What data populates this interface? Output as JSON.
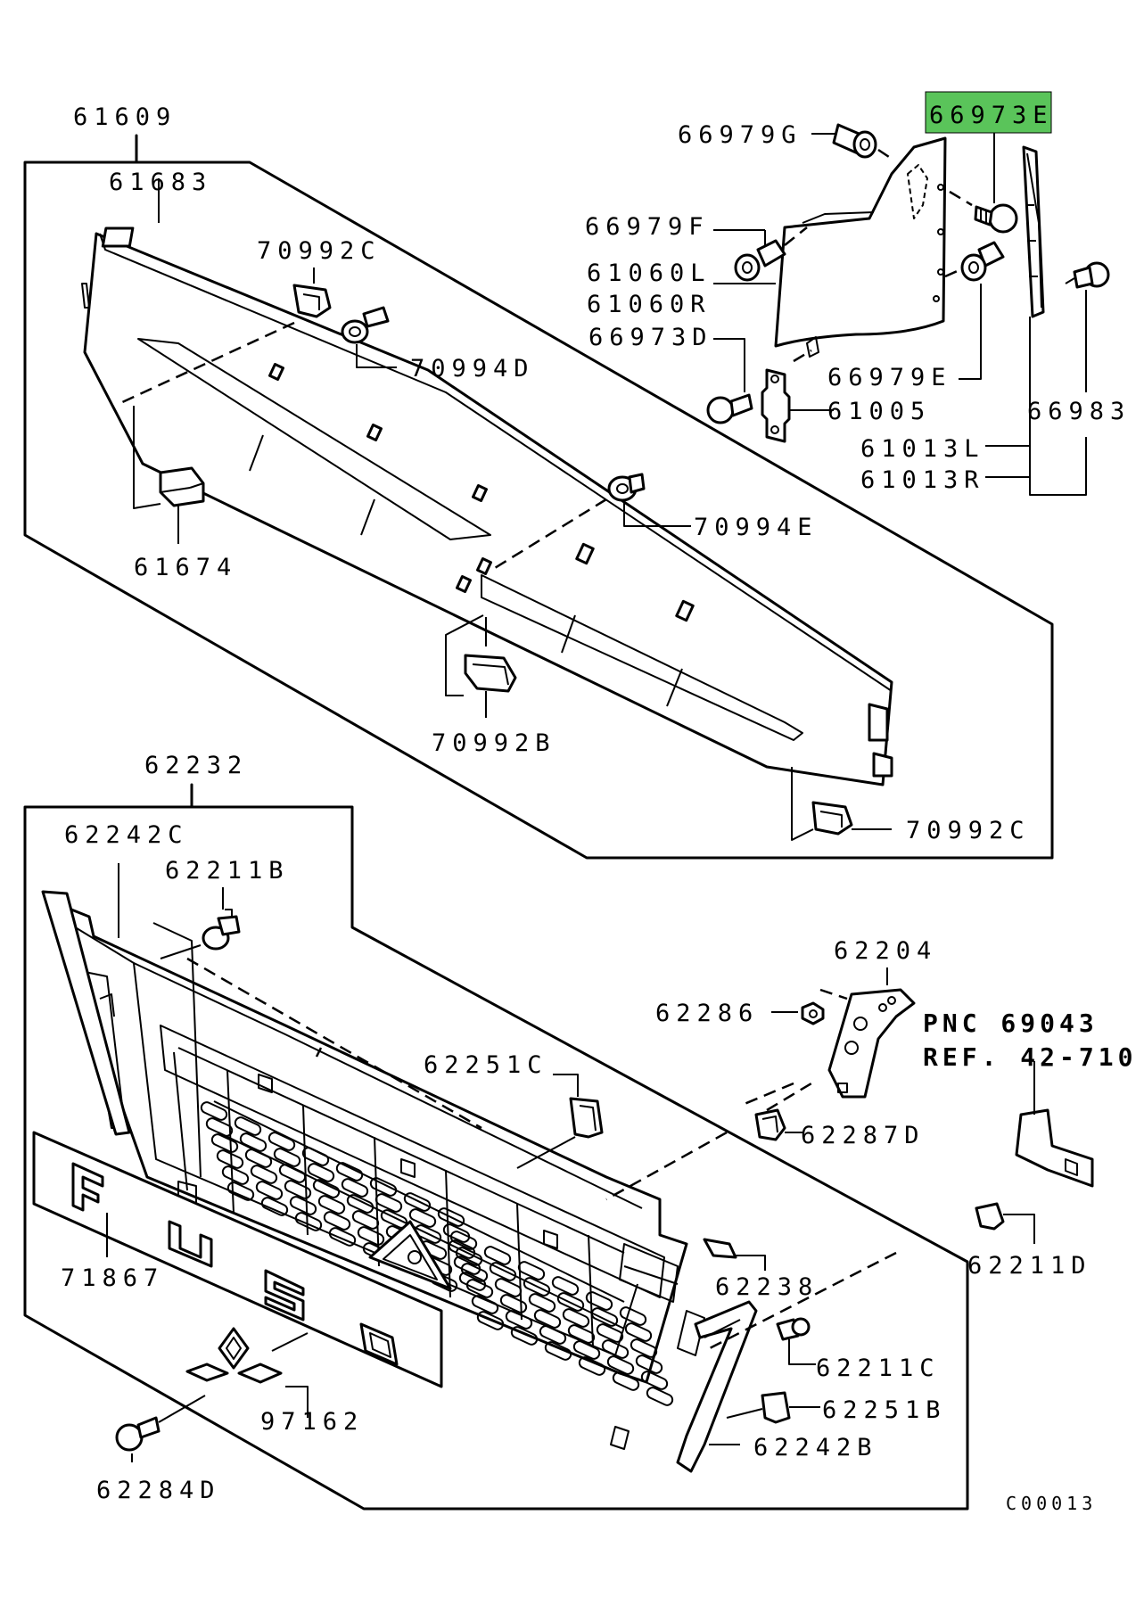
{
  "highlight_color": "#5ac45a",
  "labels": {
    "p61609": "61609",
    "p61683": "61683",
    "p70992C_a": "70992C",
    "p70994D": "70994D",
    "p61674": "61674",
    "p70994E": "70994E",
    "p70992B": "70992B",
    "p70992C_b": "70992C",
    "p66979G": "66979G",
    "p66973E": "66973E",
    "p66979F": "66979F",
    "p61060L": "61060L",
    "p61060R": "61060R",
    "p66973D": "66973D",
    "p66979E": "66979E",
    "p61005": "61005",
    "p66983": "66983",
    "p61013L": "61013L",
    "p61013R": "61013R",
    "p62232": "62232",
    "p62242C": "62242C",
    "p62211B": "62211B",
    "p62204": "62204",
    "p62286": "62286",
    "p62251C": "62251C",
    "p62287D": "62287D",
    "p62238": "62238",
    "p62211D": "62211D",
    "p71867": "71867",
    "p62211C": "62211C",
    "p62251B": "62251B",
    "p97162": "97162",
    "p62242B": "62242B",
    "p62284D": "62284D"
  },
  "ref_note": {
    "line1": "PNC 69043",
    "line2": "REF. 42-710"
  },
  "diagram_code": "C00013"
}
